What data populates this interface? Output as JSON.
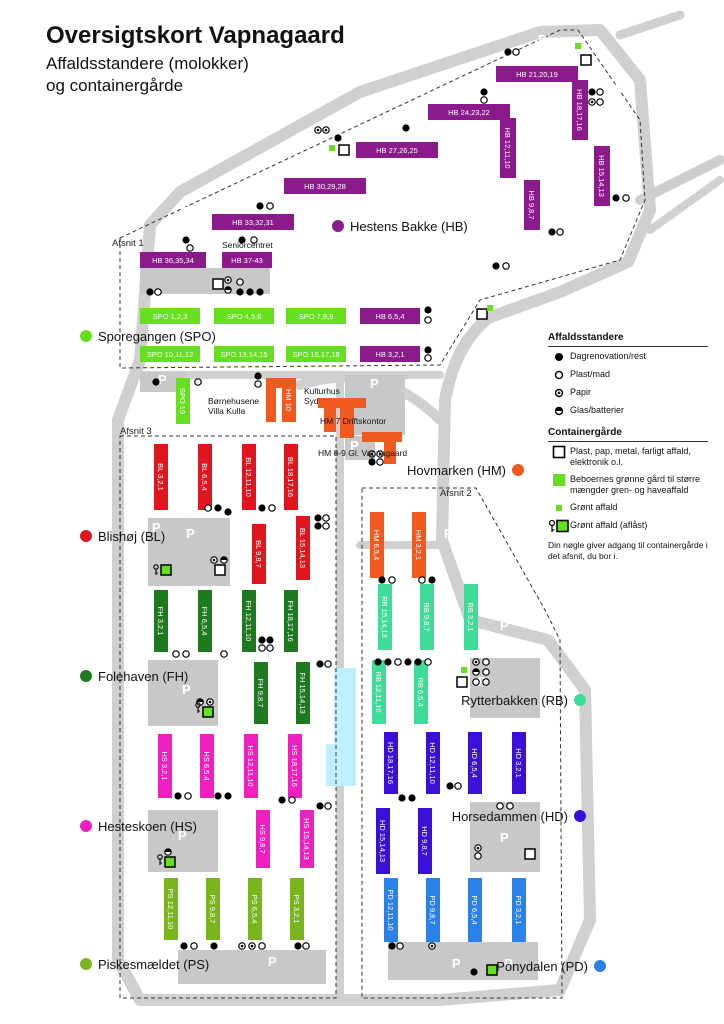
{
  "title": "Oversigtskort Vapnagaard",
  "subtitle_line1": "Affaldsstandere (molokker)",
  "subtitle_line2": "og containergårde",
  "legend": {
    "section1_title": "Affaldsstandere",
    "items1": [
      {
        "icon": "filled-circle",
        "label": "Dagrenovation/rest"
      },
      {
        "icon": "open-circle",
        "label": "Plast/mad"
      },
      {
        "icon": "dot-circle",
        "label": "Papir"
      },
      {
        "icon": "half-circle",
        "label": "Glas/batterier"
      }
    ],
    "section2_title": "Containergårde",
    "items2": [
      {
        "icon": "open-square",
        "label": "Plast, pap, metal, farligt affald, elektronik o.l."
      },
      {
        "icon": "green-square",
        "label": "Beboernes grønne gård til større mængder gren- og haveaffald"
      },
      {
        "icon": "small-green-square",
        "label": "Grønt affald"
      },
      {
        "icon": "key-green-square",
        "label": "Grønt affald (aflåst)"
      }
    ],
    "note": "Din nøgle giver adgang til containergårde i det afsnit, du bor i."
  },
  "colors": {
    "HB": "#8b1a8b",
    "SPO": "#66e01e",
    "HM": "#f05a1e",
    "BL": "#e0161e",
    "FH": "#1e7a1e",
    "RB": "#3ddc98",
    "HD": "#3a10d8",
    "HS": "#f020c0",
    "PS": "#7ab51e",
    "PD": "#2a82e8",
    "road": "#d0d0d0",
    "lot": "#c8c8c8",
    "water": "#bfefff"
  },
  "sections": [
    "Afsnit 1",
    "Afsnit 2",
    "Afsnit 3"
  ],
  "areas": [
    {
      "code": "HB",
      "label": "Hestens Bakke (HB)",
      "side": "right"
    },
    {
      "code": "SPO",
      "label": "Sporegangen (SPO)",
      "side": "left"
    },
    {
      "code": "HM",
      "label": "Hovmarken (HM)",
      "side": "right"
    },
    {
      "code": "BL",
      "label": "Blishøj (BL)",
      "side": "left"
    },
    {
      "code": "FH",
      "label": "Folehaven (FH)",
      "side": "left"
    },
    {
      "code": "RB",
      "label": "Rytterbakken (RB)",
      "side": "right"
    },
    {
      "code": "HD",
      "label": "Horsedammen (HD)",
      "side": "right"
    },
    {
      "code": "HS",
      "label": "Hesteskoen (HS)",
      "side": "left"
    },
    {
      "code": "PS",
      "label": "Piskesmældet (PS)",
      "side": "left"
    },
    {
      "code": "PD",
      "label": "Ponydalen (PD)",
      "side": "right"
    }
  ],
  "buildings": {
    "hb": [
      "HB 21,20,19",
      "HB 24,23,22",
      "HB 27,26,25",
      "HB 30,29,28",
      "HB 33,32,31",
      "HB 36,35,34",
      "HB 37-43",
      "HB 18,17,16",
      "HB 12,11,10",
      "HB 15,14,13",
      "HB 9,8,7",
      "HB 6,5,4",
      "HB 3,2,1"
    ],
    "spo": [
      "SPO 1,2,3",
      "SPO 4,5,6",
      "SPO 7,8,9",
      "SPO 10,11,12",
      "SPO 13,14,15",
      "SPO 16,17,18",
      "SPO 19"
    ],
    "hm": [
      "HM 10",
      "HM 6,5,4",
      "HM 3,2,1"
    ],
    "bl": [
      "BL 3,2,1",
      "BL 6,5,4",
      "BL 12,11,10",
      "BL 18,17,16",
      "BL 9,8,7",
      "BL 15,14,13"
    ],
    "fh": [
      "FH 3,2,1",
      "FH 6,5,4",
      "FH 12,11,10",
      "FH 18,17,16",
      "FH 9,8,7",
      "FH 15,14,13"
    ],
    "hs": [
      "HS 3,2,1",
      "HS 6,5,4",
      "HS 12,11,10",
      "HS 18,17,16",
      "HS 9,8,7",
      "HS 15,14,13"
    ],
    "ps": [
      "PS 12,11,10",
      "PS 9,8,7",
      "PS 6,5,4",
      "PS 3,2,1"
    ],
    "rb": [
      "RB 15,14,13",
      "RB 9,8,7",
      "RB 3,2,1",
      "RB 12,11,10",
      "RB 6,5,4"
    ],
    "hd": [
      "HD 18,17,16",
      "HD 12,11,10",
      "HD 6,5,4",
      "HD 3,2,1",
      "HD 15,14,13",
      "HD 9,8,7"
    ],
    "pd": [
      "PD 12,11,10",
      "PD 9,8,7",
      "PD 6,5,4",
      "PD 3,2,1"
    ]
  },
  "place_labels": {
    "seniorcentret": "Seniorcentret",
    "bornehusene_1": "Børnehusene",
    "bornehusene_2": "Villa Kulla",
    "kulturhus_1": "Kulturhus",
    "kulturhus_2": "Syd",
    "hm7": "HM 7 Driftskontor",
    "hm89": "HM 8-9 Gl. Vapnagaard"
  },
  "parking_label": "P"
}
